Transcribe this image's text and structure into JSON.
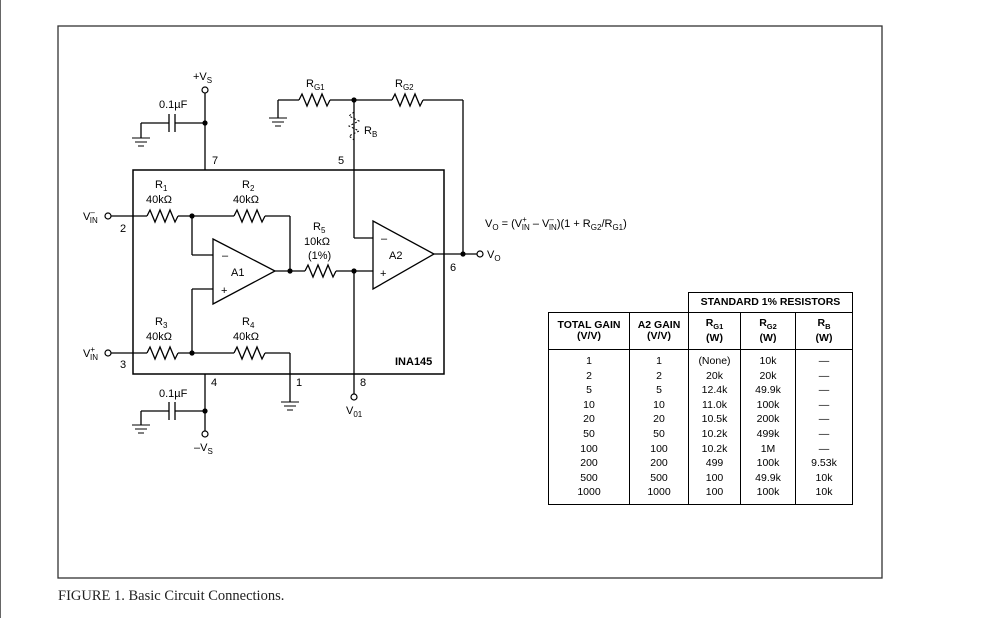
{
  "circuit": {
    "part_name": "INA145",
    "supply_pos": "+V",
    "supply_pos_sub": "S",
    "supply_neg": "–V",
    "supply_neg_sub": "S",
    "cap_top": "0.1µF",
    "cap_bottom": "0.1µF",
    "rg1": "R",
    "rg1_sub": "G1",
    "rg2": "R",
    "rg2_sub": "G2",
    "rb": "R",
    "rb_sub": "B",
    "r1_name": "R",
    "r1_sub": "1",
    "r1_value": "40kΩ",
    "r2_name": "R",
    "r2_sub": "2",
    "r2_value": "40kΩ",
    "r3_name": "R",
    "r3_sub": "3",
    "r3_value": "40kΩ",
    "r4_name": "R",
    "r4_sub": "4",
    "r4_value": "40kΩ",
    "r5_name": "R",
    "r5_sub": "5",
    "r5_value": "10kΩ",
    "r5_tol": "(1%)",
    "amp1": "A1",
    "amp2": "A2",
    "vin_minus": "V",
    "vin_minus_sub": "IN",
    "vin_minus_sup": "–",
    "vin_plus": "V",
    "vin_plus_sub": "IN",
    "vin_plus_sup": "+",
    "vo": "V",
    "vo_sub": "O",
    "vo1": "V",
    "vo1_sub": "01",
    "minus_sign": "–",
    "plus_sign": "+",
    "pins": {
      "p1": "1",
      "p2": "2",
      "p3": "3",
      "p4": "4",
      "p5": "5",
      "p6": "6",
      "p7": "7",
      "p8": "8"
    },
    "formula": {
      "a": "V",
      "a_sub": "O",
      "b": " = (V",
      "b_sup": "+",
      "b_sub": "IN",
      "c": " – V",
      "c_sup": "–",
      "c_sub": "IN",
      "d": ")(1 + R",
      "d_sub": "G2",
      "e": "/R",
      "e_sub": "G1",
      "f": ")"
    }
  },
  "table": {
    "group_header": "STANDARD 1% RESISTORS",
    "col1": "TOTAL GAIN",
    "col1_unit": "(V/V)",
    "col2": "A2 GAIN",
    "col2_unit": "(V/V)",
    "col3": "R",
    "col3_sub": "G1",
    "col3_unit": "(W)",
    "col4": "R",
    "col4_sub": "G2",
    "col4_unit": "(W)",
    "col5": "R",
    "col5_sub": "B",
    "col5_unit": "(W)",
    "rows": [
      [
        "1",
        "1",
        "(None)",
        "10k",
        "—"
      ],
      [
        "2",
        "2",
        "20k",
        "20k",
        "—"
      ],
      [
        "5",
        "5",
        "12.4k",
        "49.9k",
        "—"
      ],
      [
        "10",
        "10",
        "11.0k",
        "100k",
        "—"
      ],
      [
        "20",
        "20",
        "10.5k",
        "200k",
        "—"
      ],
      [
        "50",
        "50",
        "10.2k",
        "499k",
        "—"
      ],
      [
        "100",
        "100",
        "10.2k",
        "1M",
        "—"
      ],
      [
        "200",
        "200",
        "499",
        "100k",
        "9.53k"
      ],
      [
        "500",
        "500",
        "100",
        "49.9k",
        "10k"
      ],
      [
        "1000",
        "1000",
        "100",
        "100k",
        "10k"
      ]
    ]
  },
  "caption": "FIGURE 1. Basic Circuit Connections."
}
